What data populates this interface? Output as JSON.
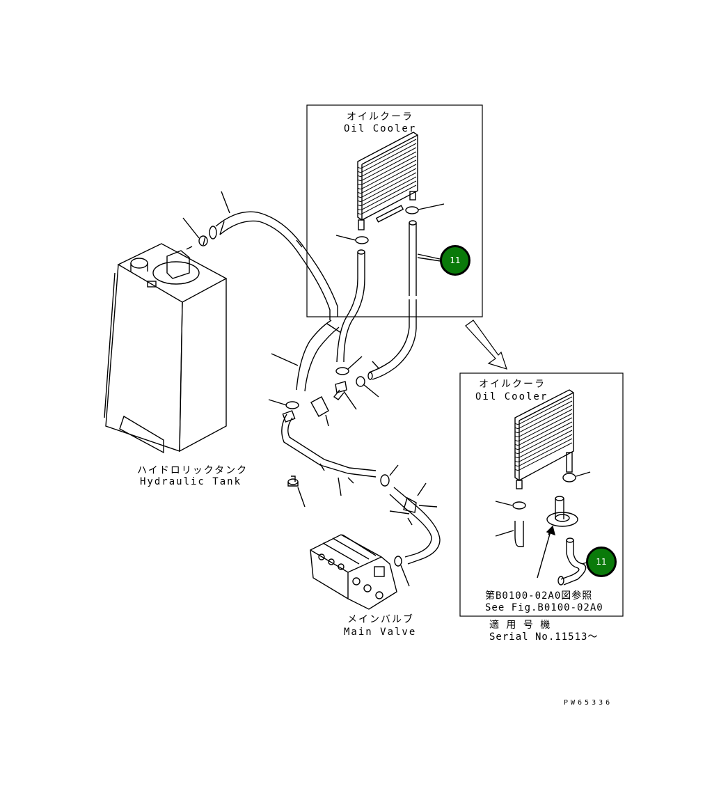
{
  "labels": {
    "oil_cooler_jp": "オイルクーラ",
    "oil_cooler_en": "Oil Cooler",
    "tank_jp": "ハイドロリックタンク",
    "tank_en": "Hydraulic Tank",
    "valve_jp": "メインバルブ",
    "valve_en": "Main Valve",
    "detail_oil_cooler_jp": "オイルクーラ",
    "detail_oil_cooler_en": "Oil Cooler",
    "see_fig_jp": "第B0100-02A0図参照",
    "see_fig_en": "See Fig.B0100-02A0",
    "serial_jp": "適 用 号 機",
    "serial_en": "Serial No.11513〜"
  },
  "callouts": {
    "main": "11",
    "detail": "11"
  },
  "drawing_code": "PW65336"
}
